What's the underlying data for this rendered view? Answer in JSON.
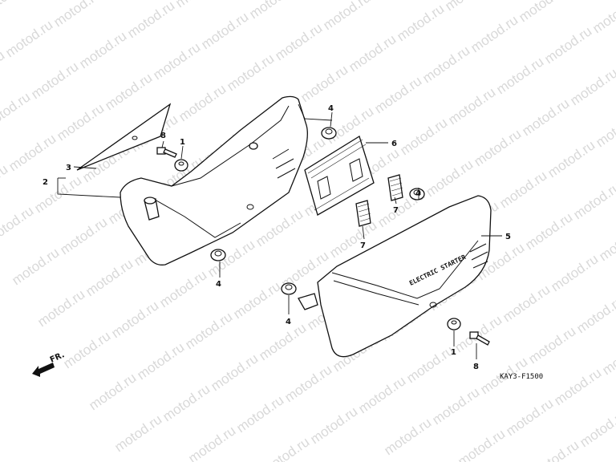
{
  "watermark": "motod.ru",
  "diagram_code": "KAY3-F1500",
  "front_marker": "FR.",
  "decal_text": "ELECTRIC STARTER",
  "callouts": {
    "c1_left": "1",
    "c1_bottom": "1",
    "c2": "2",
    "c3": "3",
    "c4_top": "4",
    "c4_left": "4",
    "c4_right": "4",
    "c4_center": "4",
    "c5": "5",
    "c6": "6",
    "c7_left": "7",
    "c7_right": "7",
    "c8_left": "8",
    "c8_bottom": "8"
  }
}
